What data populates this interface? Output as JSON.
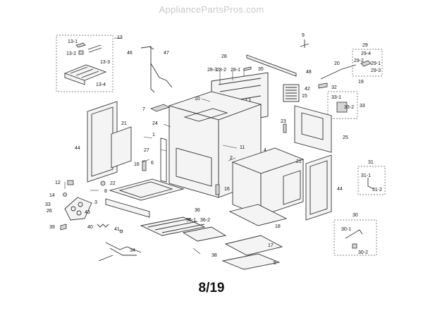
{
  "watermark": "AppliancePartsPros.com",
  "page_number": "8/19",
  "callouts": {
    "c1": "1",
    "c2": "2",
    "c3": "3",
    "c4": "4",
    "c5": "5",
    "c6": "6",
    "c7": "7",
    "c8": "8",
    "c9": "9",
    "c10": "10",
    "c11": "11",
    "c12": "12",
    "c13": "13",
    "c13_1": "13-1",
    "c13_2": "13-2",
    "c13_3": "13-3",
    "c13_4": "13-4",
    "c14": "14",
    "c15": "15",
    "c16a": "16",
    "c16b": "16",
    "c17": "17",
    "c18": "18",
    "c19": "19",
    "c20": "20",
    "c21a": "21",
    "c21b": "21",
    "c22": "22",
    "c23": "23",
    "c24": "24",
    "c25": "25",
    "c26": "26",
    "c27": "27",
    "c28": "28",
    "c28_1": "28-1",
    "c28_2": "28-2",
    "c28_3": "28-3",
    "c29": "29",
    "c29_1": "29-1",
    "c29_2": "29-2",
    "c29_3": "29-3",
    "c29_4": "29-4",
    "c30": "30",
    "c30_1": "30-1",
    "c30_2": "30-2",
    "c31": "31",
    "c31_1": "31-1",
    "c31_2": "31-2",
    "c32": "32",
    "c33a": "33",
    "c33b": "33",
    "c33_1": "33-1",
    "c33_2": "33-2",
    "c34": "34",
    "c35": "35",
    "c36": "36",
    "c36_1": "36-1",
    "c36_2": "36-2",
    "c38": "38",
    "c39": "39",
    "c40": "40",
    "c41": "41",
    "c42": "42",
    "c43": "43",
    "c44a": "44",
    "c44b": "44",
    "c46": "46",
    "c47": "47",
    "c48": "48"
  }
}
